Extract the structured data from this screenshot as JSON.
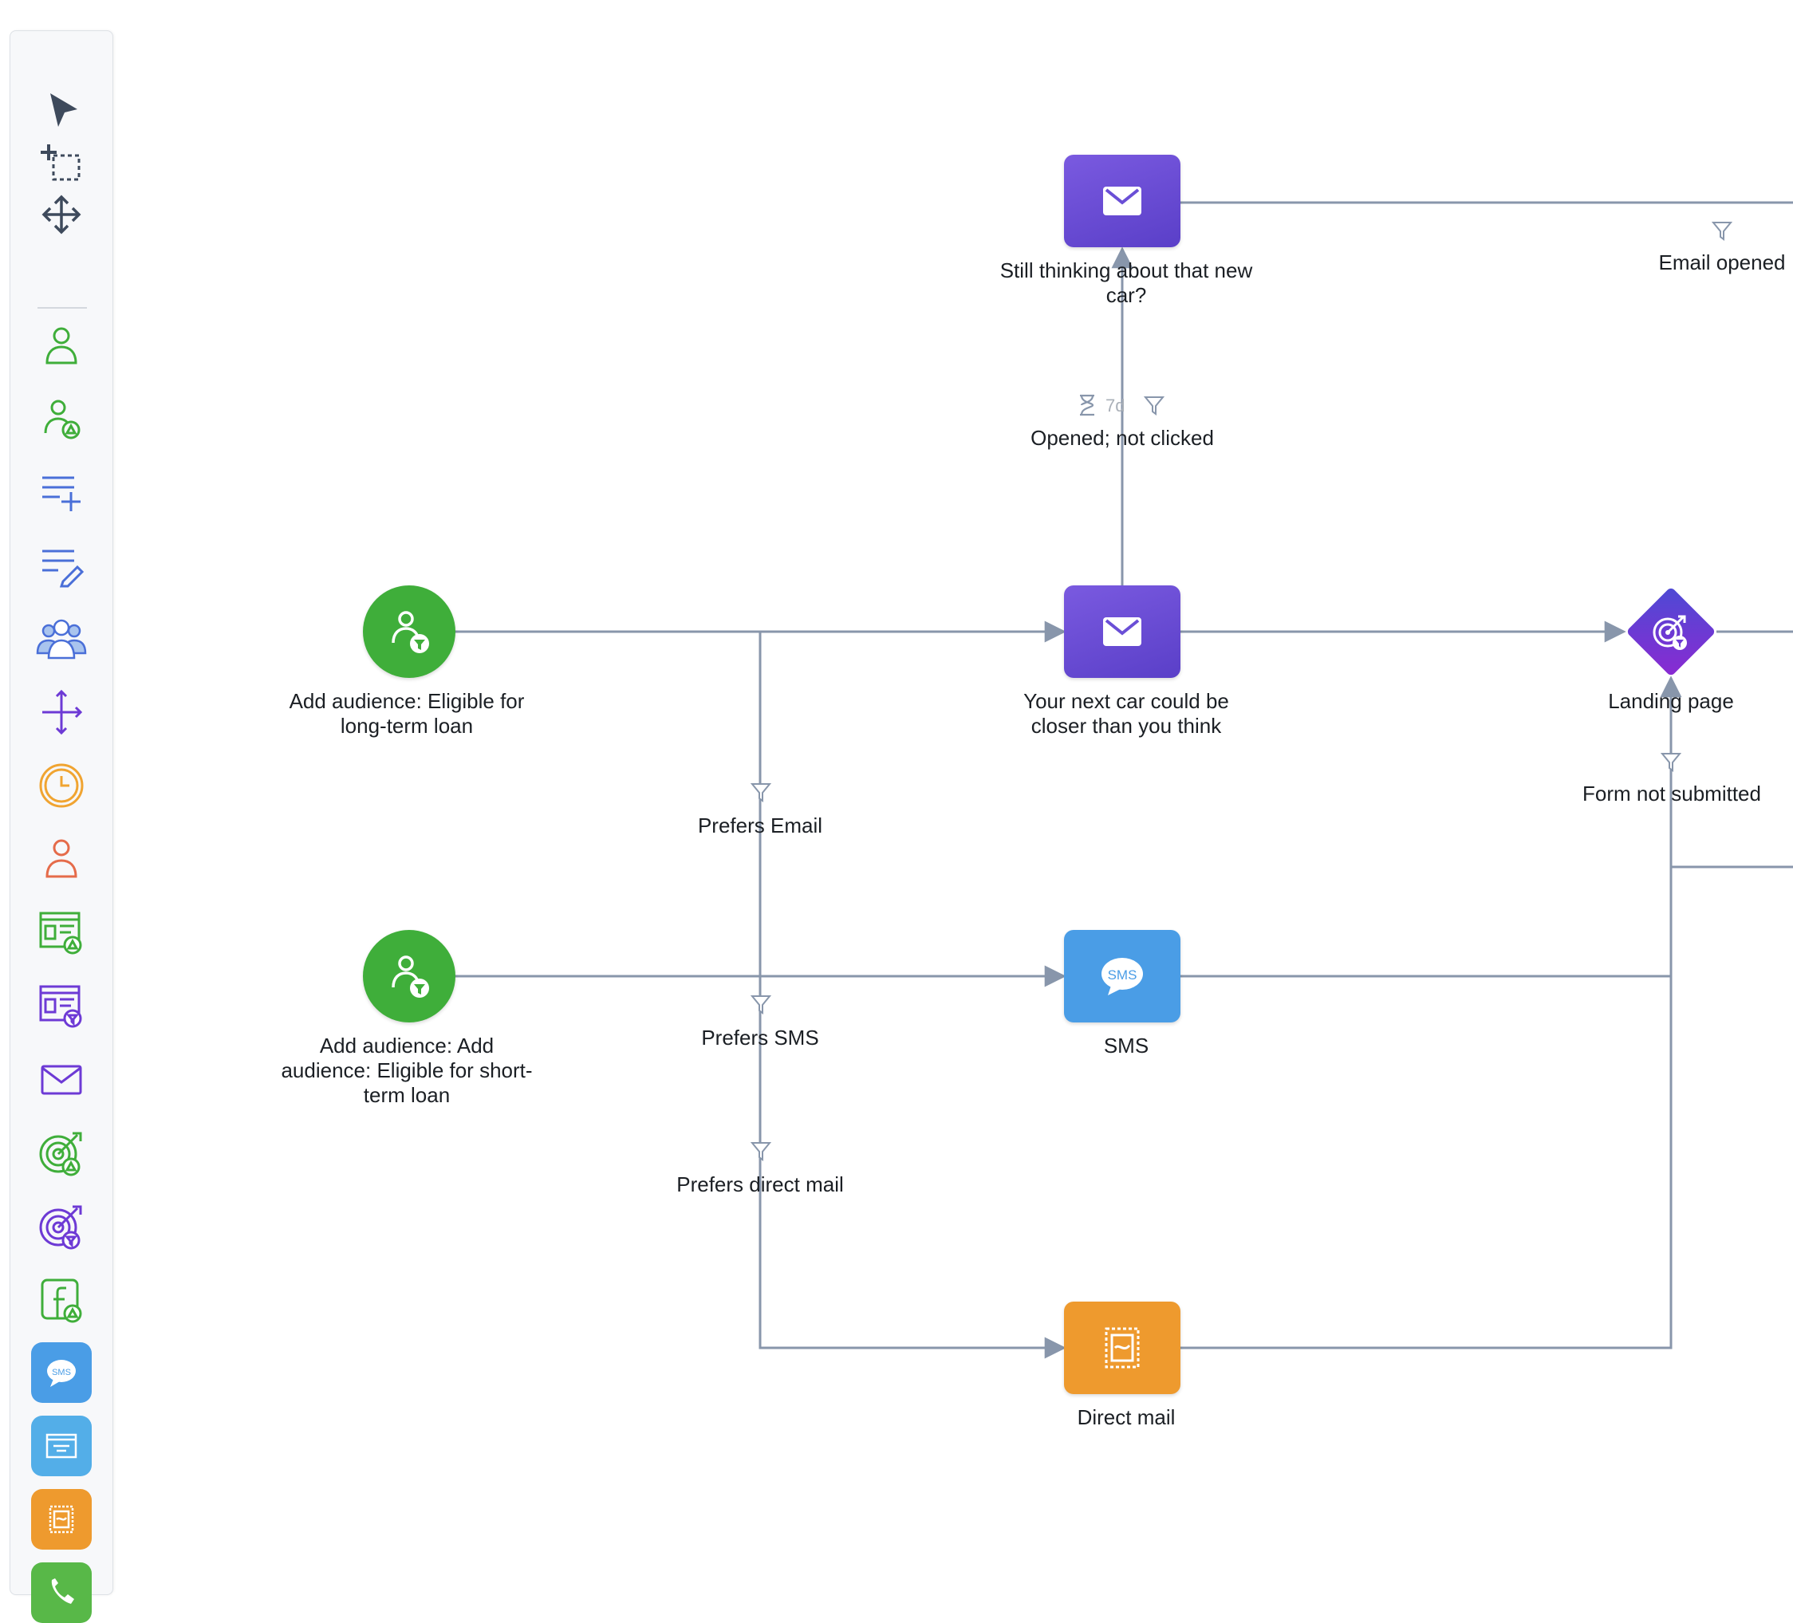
{
  "palette": {
    "tools": [
      {
        "icon": "pointer-select-icon"
      },
      {
        "icon": "add-selection-box-icon"
      },
      {
        "icon": "pan-move-icon"
      },
      {
        "icon": "audience-person-icon"
      },
      {
        "icon": "add-audience-icon"
      },
      {
        "icon": "add-list-icon"
      },
      {
        "icon": "edit-list-icon"
      },
      {
        "icon": "group-people-icon"
      },
      {
        "icon": "split-path-icon"
      },
      {
        "icon": "wait-clock-icon"
      },
      {
        "icon": "person-orange-icon"
      },
      {
        "icon": "web-form-add-icon"
      },
      {
        "icon": "web-form-filter-icon"
      },
      {
        "icon": "email-outline-icon"
      },
      {
        "icon": "target-add-icon"
      },
      {
        "icon": "target-filter-icon"
      },
      {
        "icon": "facebook-audience-icon"
      },
      {
        "icon": "sms-tile-icon",
        "text": "SMS"
      },
      {
        "icon": "web-page-tile-icon"
      },
      {
        "icon": "direct-mail-tile-icon"
      },
      {
        "icon": "phone-tile-icon"
      }
    ]
  },
  "nodes": {
    "audience_long": {
      "label": "Add audience: Eligible for long-term loan",
      "icon": "audience-filter-icon",
      "color": "#3fae3a"
    },
    "audience_short": {
      "label": "Add audience: Add audience: Eligible for short-term loan",
      "icon": "audience-filter-icon",
      "color": "#3fae3a"
    },
    "email_next_car": {
      "label": "Your next car could be closer than you think",
      "icon": "envelope-icon",
      "color": "#6a4fd6"
    },
    "email_still_thinking": {
      "label": "Still thinking about that new car?",
      "icon": "envelope-icon",
      "color": "#6a4fd6"
    },
    "sms": {
      "label": "SMS",
      "icon": "sms-bubble-icon",
      "icon_text": "SMS",
      "color": "#4a9de6"
    },
    "direct_mail": {
      "label": "Direct mail",
      "icon": "stamp-icon",
      "color": "#ee9a2e"
    },
    "landing_page": {
      "label": "Landing page",
      "icon": "target-filter-icon",
      "color": "#6d3ad5"
    }
  },
  "conditions": {
    "prefers_email": "Prefers Email",
    "prefers_sms": "Prefers SMS",
    "prefers_direct_mail": "Prefers direct mail",
    "opened_not_clicked": "Opened; not clicked",
    "opened_delay": "7d",
    "email_opened": "Email opened",
    "form_not_submitted": "Form not submitted"
  },
  "colors": {
    "connector": "#8896ab",
    "email": "#6a4fd6",
    "audience": "#3fae3a",
    "sms": "#4a9de6",
    "direct_mail": "#ee9a2e",
    "landing_page": "#6d3ad5"
  }
}
